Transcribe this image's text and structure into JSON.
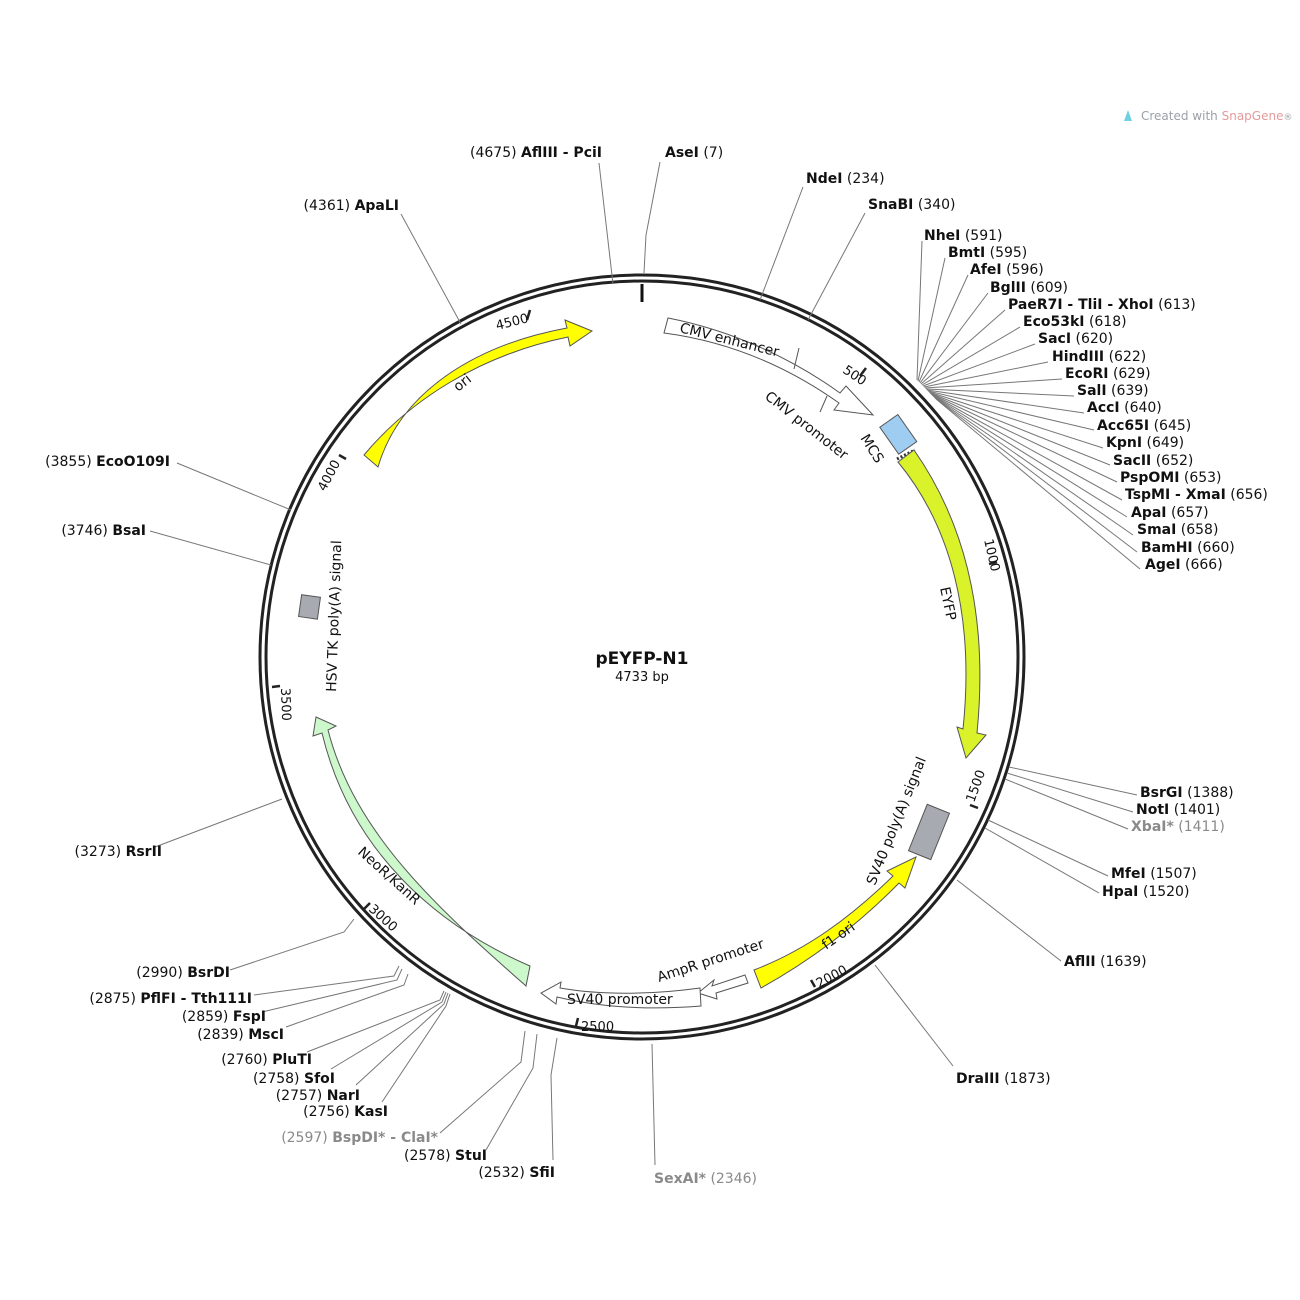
{
  "plasmid": {
    "name": "pEYFP-N1",
    "size_label": "4733 bp",
    "length": 4733
  },
  "branding": {
    "created_with": "Created with",
    "product": "SnapGene",
    "mark": "®"
  },
  "tick_labels": [
    "500",
    "1000",
    "1500",
    "2000",
    "2500",
    "3000",
    "3500",
    "4000",
    "4500"
  ],
  "sites": [
    {
      "label": "AseI",
      "pos": "(7)",
      "nc": false
    },
    {
      "label": "NdeI",
      "pos": "(234)",
      "nc": false
    },
    {
      "label": "SnaBI",
      "pos": "(340)",
      "nc": false
    },
    {
      "label": "NheI",
      "pos": "(591)",
      "nc": false
    },
    {
      "label": "BmtI",
      "pos": "(595)",
      "nc": false
    },
    {
      "label": "AfeI",
      "pos": "(596)",
      "nc": false
    },
    {
      "label": "BglII",
      "pos": "(609)",
      "nc": false
    },
    {
      "label": "PaeR7I - TliI - XhoI",
      "pos": "(613)",
      "nc": false
    },
    {
      "label": "Eco53kI",
      "pos": "(618)",
      "nc": false
    },
    {
      "label": "SacI",
      "pos": "(620)",
      "nc": false
    },
    {
      "label": "HindIII",
      "pos": "(622)",
      "nc": false
    },
    {
      "label": "EcoRI",
      "pos": "(629)",
      "nc": false
    },
    {
      "label": "SalI",
      "pos": "(639)",
      "nc": false
    },
    {
      "label": "AccI",
      "pos": "(640)",
      "nc": false
    },
    {
      "label": "Acc65I",
      "pos": "(645)",
      "nc": false
    },
    {
      "label": "KpnI",
      "pos": "(649)",
      "nc": false
    },
    {
      "label": "SacII",
      "pos": "(652)",
      "nc": false
    },
    {
      "label": "PspOMI",
      "pos": "(653)",
      "nc": false
    },
    {
      "label": "TspMI - XmaI",
      "pos": "(656)",
      "nc": false
    },
    {
      "label": "ApaI",
      "pos": "(657)",
      "nc": false
    },
    {
      "label": "SmaI",
      "pos": "(658)",
      "nc": false
    },
    {
      "label": "BamHI",
      "pos": "(660)",
      "nc": false
    },
    {
      "label": "AgeI",
      "pos": "(666)",
      "nc": false
    },
    {
      "label": "BsrGI",
      "pos": "(1388)",
      "nc": false
    },
    {
      "label": "NotI",
      "pos": "(1401)",
      "nc": false
    },
    {
      "label": "XbaI*",
      "pos": "(1411)",
      "nc": true
    },
    {
      "label": "MfeI",
      "pos": "(1507)",
      "nc": false
    },
    {
      "label": "HpaI",
      "pos": "(1520)",
      "nc": false
    },
    {
      "label": "AflII",
      "pos": "(1639)",
      "nc": false
    },
    {
      "label": "DraIII",
      "pos": "(1873)",
      "nc": false
    },
    {
      "label": "SexAI*",
      "pos": "(2346)",
      "nc": true
    },
    {
      "label": "SfiI",
      "pos": "(2532)",
      "nc": false
    },
    {
      "label": "StuI",
      "pos": "(2578)",
      "nc": false
    },
    {
      "label": "BspDI* - ClaI*",
      "pos": "(2597)",
      "nc": true
    },
    {
      "label": "KasI",
      "pos": "(2756)",
      "nc": false
    },
    {
      "label": "NarI",
      "pos": "(2757)",
      "nc": false
    },
    {
      "label": "SfoI",
      "pos": "(2758)",
      "nc": false
    },
    {
      "label": "PluTI",
      "pos": "(2760)",
      "nc": false
    },
    {
      "label": "MscI",
      "pos": "(2839)",
      "nc": false
    },
    {
      "label": "FspI",
      "pos": "(2859)",
      "nc": false
    },
    {
      "label": "PflFI - Tth111I",
      "pos": "(2875)",
      "nc": false
    },
    {
      "label": "BsrDI",
      "pos": "(2990)",
      "nc": false
    },
    {
      "label": "RsrII",
      "pos": "(3273)",
      "nc": false
    },
    {
      "label": "BsaI",
      "pos": "(3746)",
      "nc": false
    },
    {
      "label": "EcoO109I",
      "pos": "(3855)",
      "nc": false
    },
    {
      "label": "ApaLI",
      "pos": "(4361)",
      "nc": false
    },
    {
      "label": "AflIII - PciI",
      "pos": "(4675)",
      "nc": false
    }
  ],
  "features": [
    {
      "name": "CMV enhancer",
      "color": "#ffffff"
    },
    {
      "name": "CMV promoter",
      "color": "#ffffff"
    },
    {
      "name": "MCS",
      "color": "#9fcdf2"
    },
    {
      "name": "EYFP",
      "color": "#d9f22a"
    },
    {
      "name": "SV40 poly(A) signal",
      "color": "#a7aab0"
    },
    {
      "name": "f1 ori",
      "color": "#ffff00"
    },
    {
      "name": "AmpR promoter",
      "color": "#ffffff"
    },
    {
      "name": "SV40 promoter",
      "color": "#ffffff"
    },
    {
      "name": "NeoR/KanR",
      "color": "#ccf8cc"
    },
    {
      "name": "HSV TK poly(A) signal",
      "color": "#a7aab0"
    },
    {
      "name": "ori",
      "color": "#ffff00"
    }
  ]
}
